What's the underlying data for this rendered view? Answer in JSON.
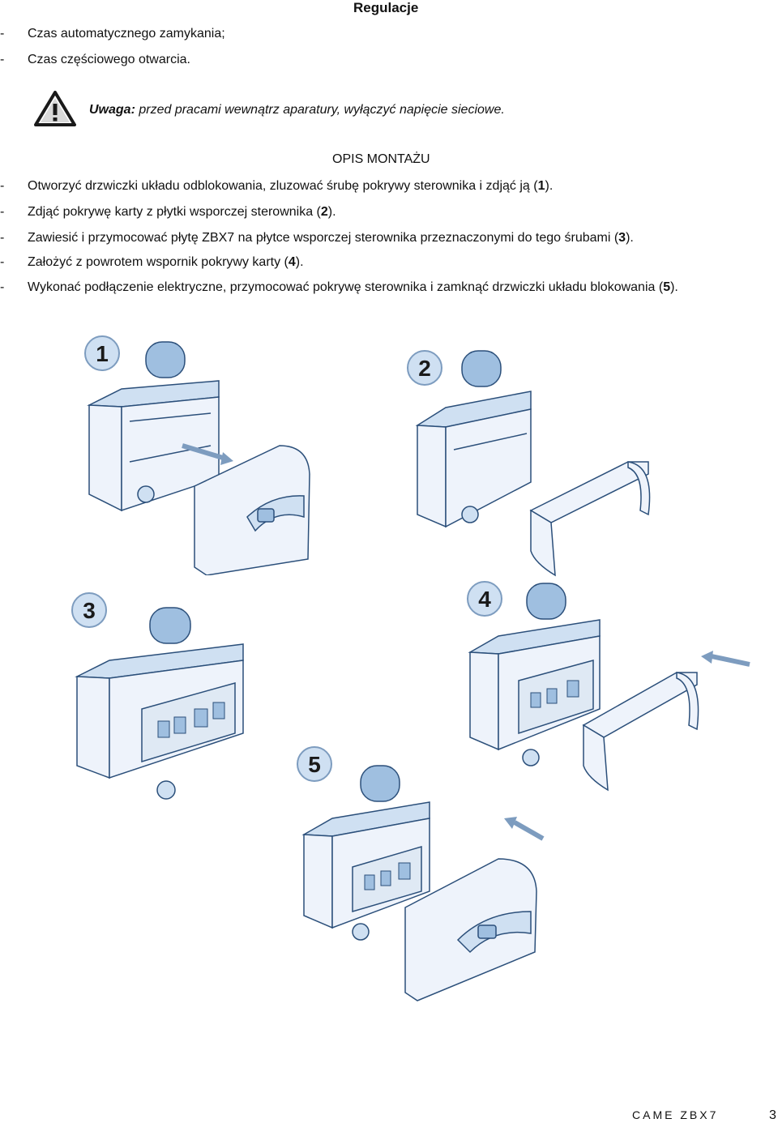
{
  "header": {
    "title": "Regulacje"
  },
  "adjust_items": [
    "Czas automatycznego zamykania;",
    "Czas częściowego otwarcia."
  ],
  "warning": {
    "icon": "warning-triangle-icon",
    "label": "Uwaga:",
    "text": " przed pracami wewnątrz aparatury, wyłączyć napięcie sieciowe."
  },
  "section": {
    "title": "OPIS MONTAŻU",
    "steps": [
      {
        "pre": "Otworzyć drzwiczki układu odblokowania, zluzować śrubę pokrywy sterownika i zdjąć ją (",
        "num": "1",
        "post": ")."
      },
      {
        "pre": "Zdjąć pokrywę  karty z płytki wsporczej sterownika (",
        "num": "2",
        "post": ")."
      },
      {
        "pre": "Zawiesić i przymocować płytę ZBX7 na płytce wsporczej sterownika przeznaczonymi do tego śrubami (",
        "num": "3",
        "post": ")."
      },
      {
        "pre": "Założyć z powrotem wspornik pokrywy karty (",
        "num": "4",
        "post": ")."
      },
      {
        "pre": "Wykonać podłączenie elektryczne, przymocować pokrywę sterownika i zamknąć drzwiczki układu blokowania  (",
        "num": "5",
        "post": ")."
      }
    ]
  },
  "figures": [
    {
      "num": "1"
    },
    {
      "num": "2"
    },
    {
      "num": "3"
    },
    {
      "num": "4"
    },
    {
      "num": "5"
    }
  ],
  "footer": {
    "brand": "CAME ZBX7",
    "page": "3"
  }
}
